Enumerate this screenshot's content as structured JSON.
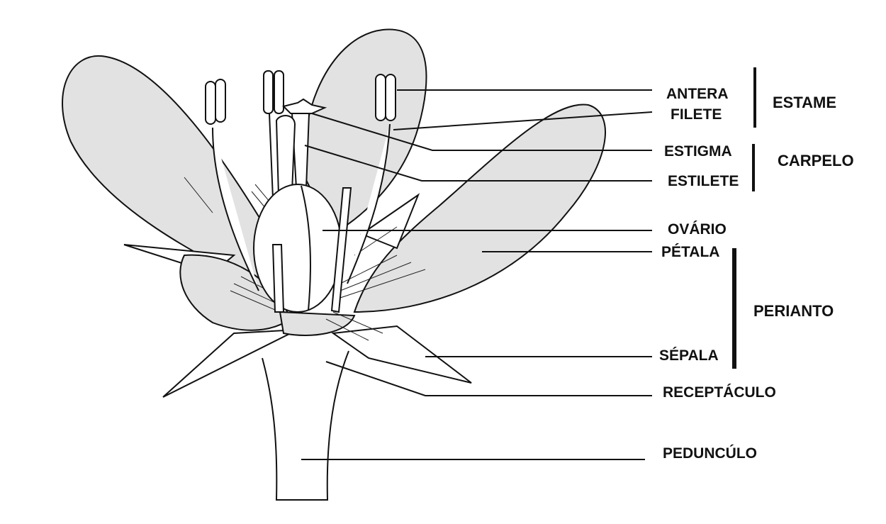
{
  "labels": {
    "antera": "ANTERA",
    "filete": "FILETE",
    "estigma": "ESTIGMA",
    "estilete": "ESTILETE",
    "ovario": "OVÁRIO",
    "petala": "PÉTALA",
    "sepala": "SÉPALA",
    "receptaculo": "RECEPTÁCULO",
    "pedunculo": "PEDUNCÚLO"
  },
  "groups": {
    "estame": "ESTAME",
    "carpelo": "CARPELO",
    "perianto": "PERIANTO"
  },
  "colors": {
    "petal_fill": "#e2e2e2",
    "line": "#111111"
  }
}
